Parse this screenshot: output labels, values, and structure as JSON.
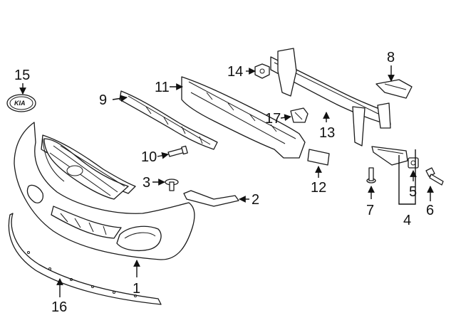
{
  "logo_text": "KIA",
  "callouts": [
    {
      "id": "1",
      "label": "1",
      "part": "bumper-cover"
    },
    {
      "id": "2",
      "label": "2",
      "part": "bracket-strip"
    },
    {
      "id": "3",
      "label": "3",
      "part": "clip"
    },
    {
      "id": "4",
      "label": "4",
      "part": "side-bracket"
    },
    {
      "id": "5",
      "label": "5",
      "part": "nut-plate"
    },
    {
      "id": "6",
      "label": "6",
      "part": "bolt"
    },
    {
      "id": "7",
      "label": "7",
      "part": "screw"
    },
    {
      "id": "8",
      "label": "8",
      "part": "mounting-bracket"
    },
    {
      "id": "9",
      "label": "9",
      "part": "grille-support"
    },
    {
      "id": "10",
      "label": "10",
      "part": "bolt"
    },
    {
      "id": "11",
      "label": "11",
      "part": "energy-absorber"
    },
    {
      "id": "12",
      "label": "12",
      "part": "pad"
    },
    {
      "id": "13",
      "label": "13",
      "part": "impact-bar"
    },
    {
      "id": "14",
      "label": "14",
      "part": "nut"
    },
    {
      "id": "15",
      "label": "15",
      "part": "emblem"
    },
    {
      "id": "16",
      "label": "16",
      "part": "lower-spoiler"
    },
    {
      "id": "17",
      "label": "17",
      "part": "sensor"
    }
  ]
}
